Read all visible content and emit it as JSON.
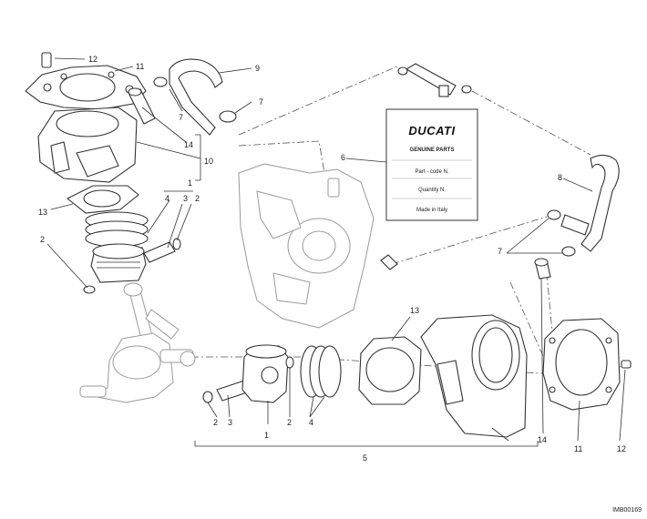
{
  "callouts": {
    "c1_top": "1",
    "c1_bottom": "1",
    "c2_top": "2",
    "c2_left": "2",
    "c2_bottom_a": "2",
    "c2_bottom_b": "2",
    "c3_top": "3",
    "c3_bottom": "3",
    "c4_top": "4",
    "c4_bottom": "4",
    "c5": "5",
    "c6": "6",
    "c7_a": "7",
    "c7_b": "7",
    "c7_c": "7",
    "c8": "8",
    "c9": "9",
    "c10": "10",
    "c11_top": "11",
    "c11_bottom": "11",
    "c12_top": "12",
    "c12_bottom": "12",
    "c13_left": "13",
    "c13_mid": "13",
    "c14_top": "14",
    "c14_bottom": "14"
  },
  "card": {
    "brand": "DUCATI",
    "title": "GENUINE PARTS",
    "part_code": "Part - code N.",
    "quantity": "Quantity N.",
    "made_in": "Made in Italy"
  },
  "reference": "IMB00169"
}
